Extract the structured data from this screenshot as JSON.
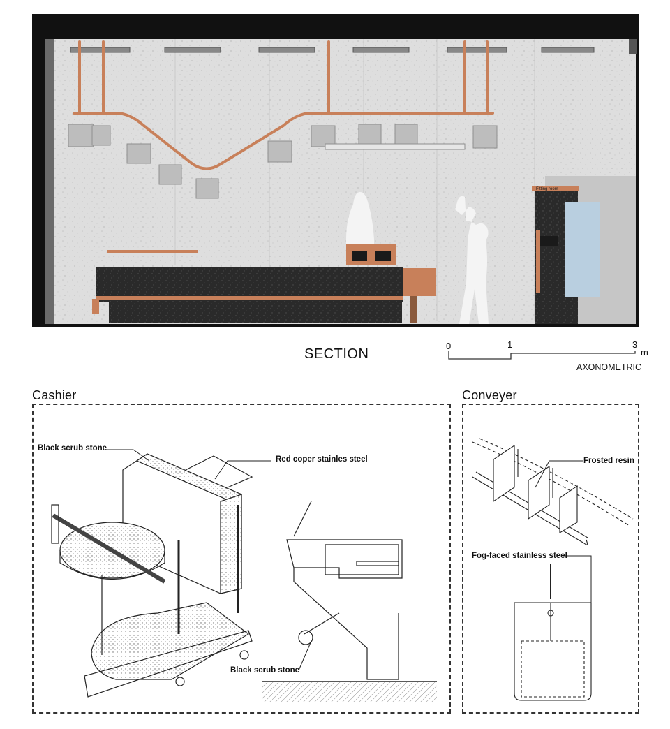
{
  "section": {
    "title": "SECTION",
    "fitting_room_sign": "Fitting room"
  },
  "scale_bar": {
    "ticks": [
      "0",
      "1",
      "3"
    ],
    "unit": "m",
    "caption": "AXONOMETRIC"
  },
  "cashier": {
    "title": "Cashier",
    "labels": {
      "stone_top": "Black scrub stone",
      "steel": "Red coper stainles steel",
      "stone_bottom": "Black scrub stone"
    }
  },
  "conveyer": {
    "title": "Conveyer",
    "labels": {
      "resin": "Frosted resin",
      "steel": "Fog-faced stainless steel"
    }
  },
  "colors": {
    "copper": "#c8805a",
    "stone": "#2b2b2b",
    "wall": "#dcdcdc",
    "ceiling": "#111111"
  }
}
